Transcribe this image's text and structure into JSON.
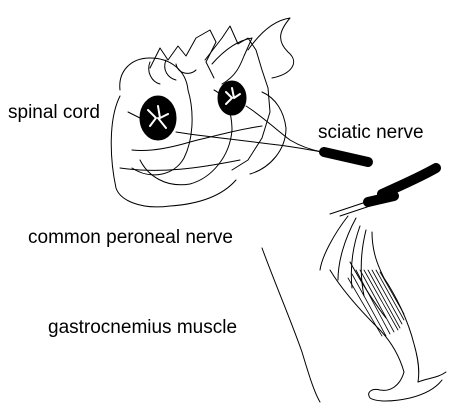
{
  "labels": {
    "spinal_cord": "spinal cord",
    "sciatic_nerve": "sciatic nerve",
    "common_peroneal_nerve": "common peroneal nerve",
    "gastrocnemius_muscle": "gastrocnemius muscle"
  },
  "colors": {
    "line": "#000000",
    "background": "#ffffff"
  }
}
